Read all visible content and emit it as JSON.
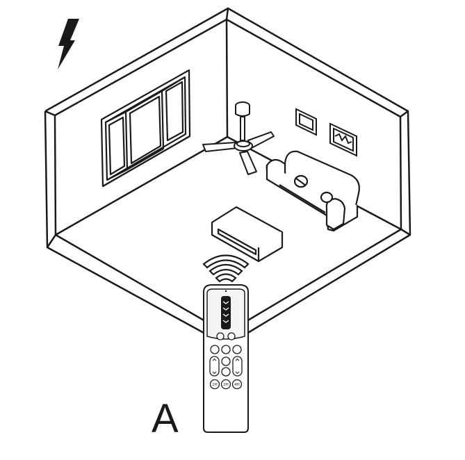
{
  "figure": {
    "label": "A"
  },
  "remote": {
    "timer_buttons": [
      "1H",
      "2H",
      "4H"
    ]
  },
  "icons": {
    "power_warning": "lightning-bolt-icon",
    "signal": "wireless-signal-icon"
  },
  "colors": {
    "stroke": "#1a1a1a",
    "fill_light": "#f4f4f4",
    "background": "#ffffff"
  }
}
